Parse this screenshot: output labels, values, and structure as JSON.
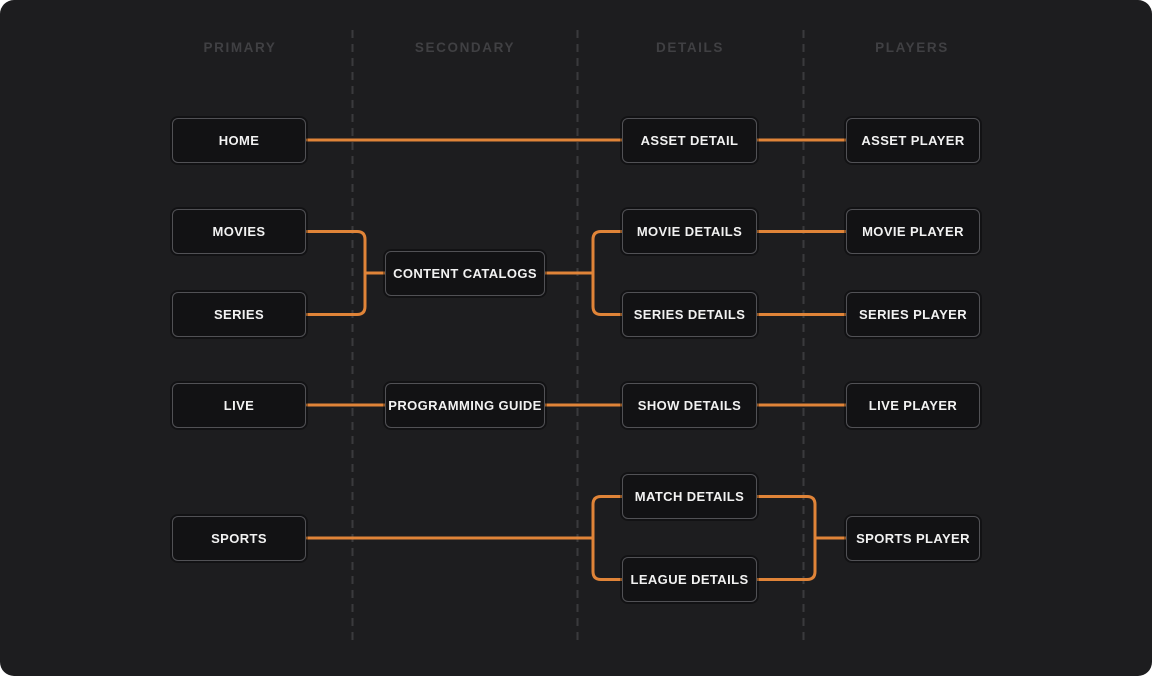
{
  "colors": {
    "background": "#1d1d1f",
    "box_fill": "#121214",
    "box_border": "#515155",
    "accent": "#e08438",
    "header_text": "#404043",
    "label_text": "#f2f2f2",
    "separator": "#3a3a3d",
    "page_behind": "#ffffff"
  },
  "columns": [
    {
      "label": "PRIMARY"
    },
    {
      "label": "SECONDARY"
    },
    {
      "label": "DETAILS"
    },
    {
      "label": "PLAYERS"
    }
  ],
  "nodes": [
    {
      "id": "home",
      "label": "HOME",
      "column": "PRIMARY"
    },
    {
      "id": "movies",
      "label": "MOVIES",
      "column": "PRIMARY"
    },
    {
      "id": "series",
      "label": "SERIES",
      "column": "PRIMARY"
    },
    {
      "id": "live",
      "label": "LIVE",
      "column": "PRIMARY"
    },
    {
      "id": "sports",
      "label": "SPORTS",
      "column": "PRIMARY"
    },
    {
      "id": "content-catalogs",
      "label": "CONTENT CATALOGS",
      "column": "SECONDARY"
    },
    {
      "id": "programming-guide",
      "label": "PROGRAMMING GUIDE",
      "column": "SECONDARY"
    },
    {
      "id": "asset-detail",
      "label": "ASSET DETAIL",
      "column": "DETAILS"
    },
    {
      "id": "movie-details",
      "label": "MOVIE DETAILS",
      "column": "DETAILS"
    },
    {
      "id": "series-details",
      "label": "SERIES DETAILS",
      "column": "DETAILS"
    },
    {
      "id": "show-details",
      "label": "SHOW DETAILS",
      "column": "DETAILS"
    },
    {
      "id": "match-details",
      "label": "MATCH DETAILS",
      "column": "DETAILS"
    },
    {
      "id": "league-details",
      "label": "LEAGUE DETAILS",
      "column": "DETAILS"
    },
    {
      "id": "asset-player",
      "label": "ASSET PLAYER",
      "column": "PLAYERS"
    },
    {
      "id": "movie-player",
      "label": "MOVIE PLAYER",
      "column": "PLAYERS"
    },
    {
      "id": "series-player",
      "label": "SERIES PLAYER",
      "column": "PLAYERS"
    },
    {
      "id": "live-player",
      "label": "LIVE PLAYER",
      "column": "PLAYERS"
    },
    {
      "id": "sports-player",
      "label": "SPORTS PLAYER",
      "column": "PLAYERS"
    }
  ],
  "connections": [
    {
      "from": "HOME",
      "to": "ASSET DETAIL"
    },
    {
      "from": "ASSET DETAIL",
      "to": "ASSET PLAYER"
    },
    {
      "from": "MOVIES",
      "to": "CONTENT CATALOGS"
    },
    {
      "from": "SERIES",
      "to": "CONTENT CATALOGS"
    },
    {
      "from": "CONTENT CATALOGS",
      "to": "MOVIE DETAILS"
    },
    {
      "from": "CONTENT CATALOGS",
      "to": "SERIES DETAILS"
    },
    {
      "from": "MOVIE DETAILS",
      "to": "MOVIE PLAYER"
    },
    {
      "from": "SERIES DETAILS",
      "to": "SERIES PLAYER"
    },
    {
      "from": "LIVE",
      "to": "PROGRAMMING GUIDE"
    },
    {
      "from": "PROGRAMMING GUIDE",
      "to": "SHOW DETAILS"
    },
    {
      "from": "SHOW DETAILS",
      "to": "LIVE PLAYER"
    },
    {
      "from": "SPORTS",
      "to": "MATCH DETAILS"
    },
    {
      "from": "SPORTS",
      "to": "LEAGUE DETAILS"
    },
    {
      "from": "MATCH DETAILS",
      "to": "SPORTS PLAYER"
    },
    {
      "from": "LEAGUE DETAILS",
      "to": "SPORTS PLAYER"
    }
  ]
}
